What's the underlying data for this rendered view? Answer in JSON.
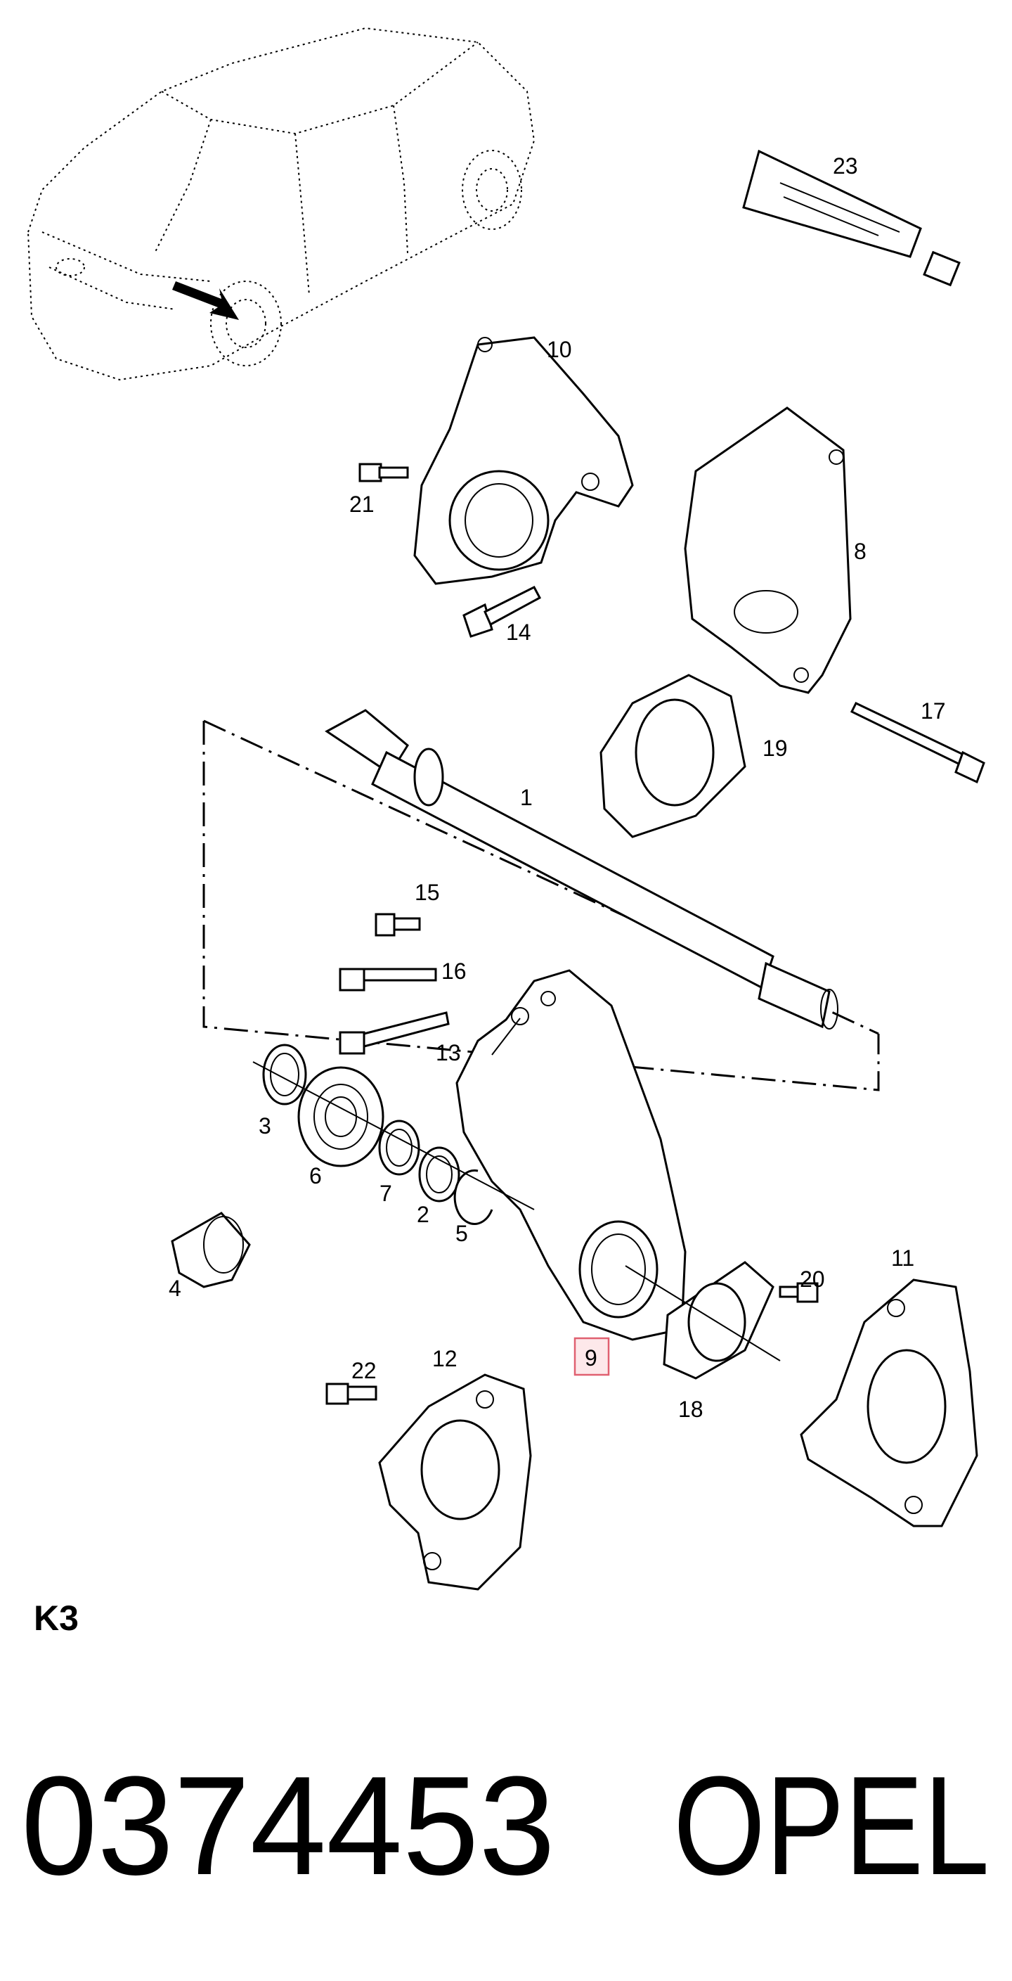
{
  "diagram": {
    "section_label": "K3",
    "part_number": "0374453",
    "brand": "OPEL",
    "callouts": [
      {
        "id": "1",
        "label": "1"
      },
      {
        "id": "2",
        "label": "2"
      },
      {
        "id": "3",
        "label": "3"
      },
      {
        "id": "4",
        "label": "4"
      },
      {
        "id": "5",
        "label": "5"
      },
      {
        "id": "6",
        "label": "6"
      },
      {
        "id": "7",
        "label": "7"
      },
      {
        "id": "8",
        "label": "8"
      },
      {
        "id": "9",
        "label": "9",
        "highlighted": true
      },
      {
        "id": "10",
        "label": "10"
      },
      {
        "id": "11",
        "label": "11"
      },
      {
        "id": "12",
        "label": "12"
      },
      {
        "id": "13",
        "label": "13"
      },
      {
        "id": "14",
        "label": "14"
      },
      {
        "id": "15",
        "label": "15"
      },
      {
        "id": "16",
        "label": "16"
      },
      {
        "id": "17",
        "label": "17"
      },
      {
        "id": "18",
        "label": "18"
      },
      {
        "id": "19",
        "label": "19"
      },
      {
        "id": "20",
        "label": "20"
      },
      {
        "id": "21",
        "label": "21"
      },
      {
        "id": "22",
        "label": "22"
      },
      {
        "id": "23",
        "label": "23"
      }
    ],
    "highlight_color": "#e06070",
    "highlight_fill": "#fde8ea"
  }
}
